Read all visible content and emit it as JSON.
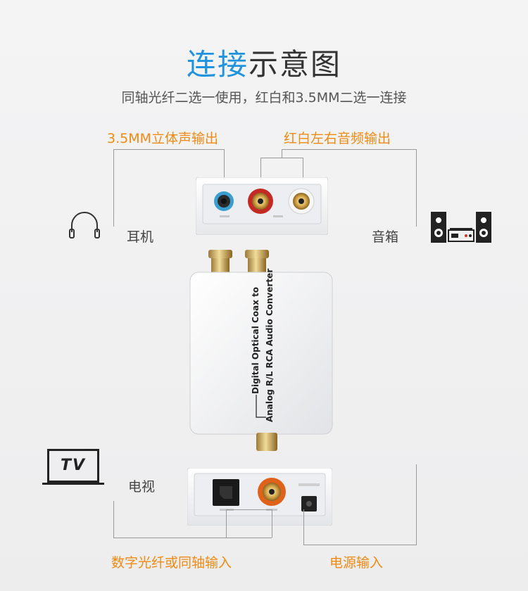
{
  "header": {
    "title_accent": "连接",
    "title_rest": "示意图",
    "subtitle": "同轴光纤二选一使用，红白和3.5MM二选一连接"
  },
  "labels": {
    "out_35mm": "3.5MM立体声输出",
    "out_rca": "红白左右音频输出",
    "headphones": "耳机",
    "speakers": "音箱",
    "tv": "电视",
    "in_digital": "数字光纤或同轴输入",
    "in_power": "电源输入"
  },
  "device": {
    "line1": "Digital Optical Coax to",
    "line2": "Analog R/L RCA Audio Converter",
    "tv_icon_text": "TV"
  },
  "colors": {
    "accent": "#1f93dd",
    "orange": "#f08a12"
  }
}
